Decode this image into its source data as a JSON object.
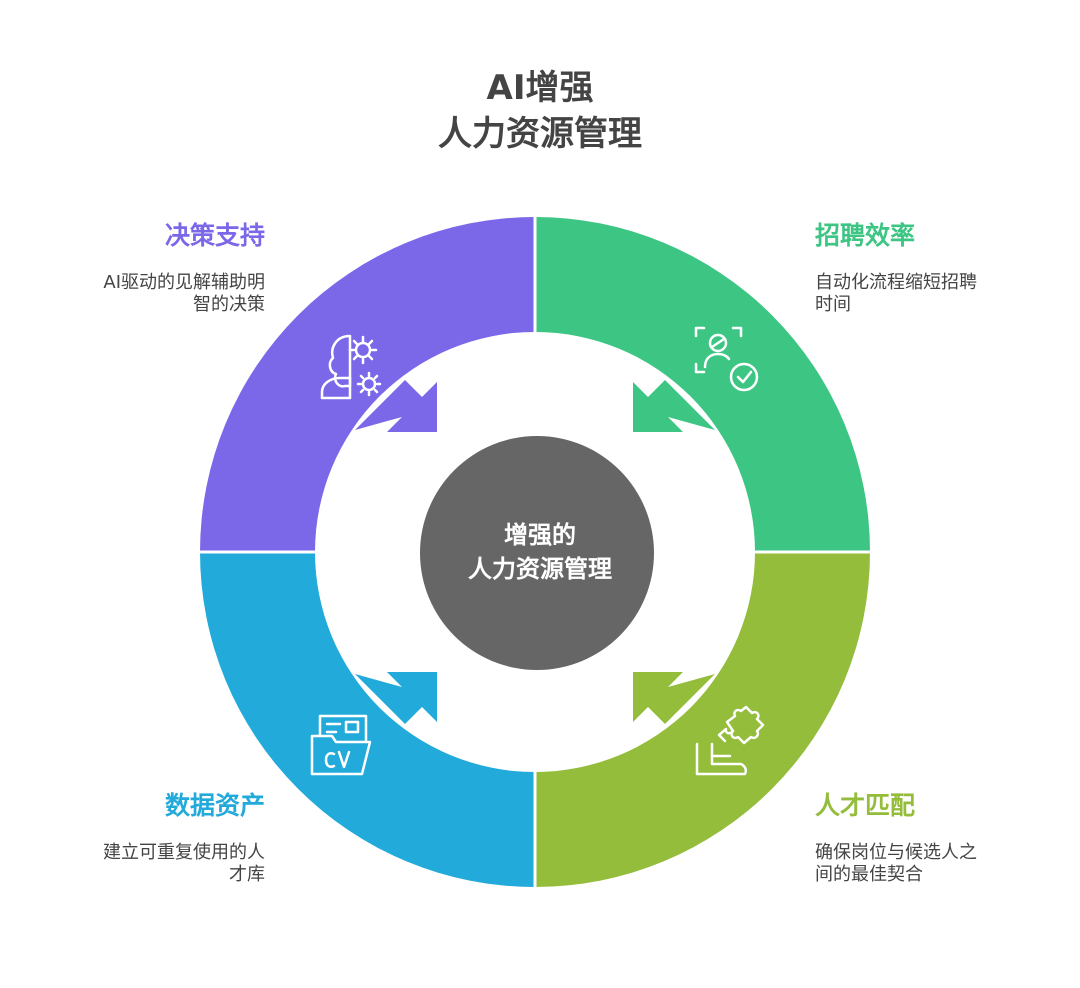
{
  "title": {
    "line1": "AI增强",
    "line2": "人力资源管理"
  },
  "center": {
    "line1": "增强的",
    "line2": "人力资源管理"
  },
  "segments": [
    {
      "heading": "决策支持",
      "text_line1": "AI驱动的见解辅助明",
      "text_line2": "智的决策",
      "color": "#7B68E8",
      "icon": "brain-gear-icon"
    },
    {
      "heading": "招聘效率",
      "text_line1": "自动化流程缩短招聘",
      "text_line2": "时间",
      "color": "#3DC683",
      "icon": "person-scan-check-icon"
    },
    {
      "heading": "人才匹配",
      "text_line1": "确保岗位与候选人之",
      "text_line2": "间的最佳契合",
      "color": "#93BD3A",
      "icon": "puzzle-hand-icon"
    },
    {
      "heading": "数据资产",
      "text_line1": "建立可重复使用的人",
      "text_line2": "才库",
      "color": "#22AADB",
      "icon": "cv-folder-icon"
    }
  ],
  "center_color": "#666666"
}
